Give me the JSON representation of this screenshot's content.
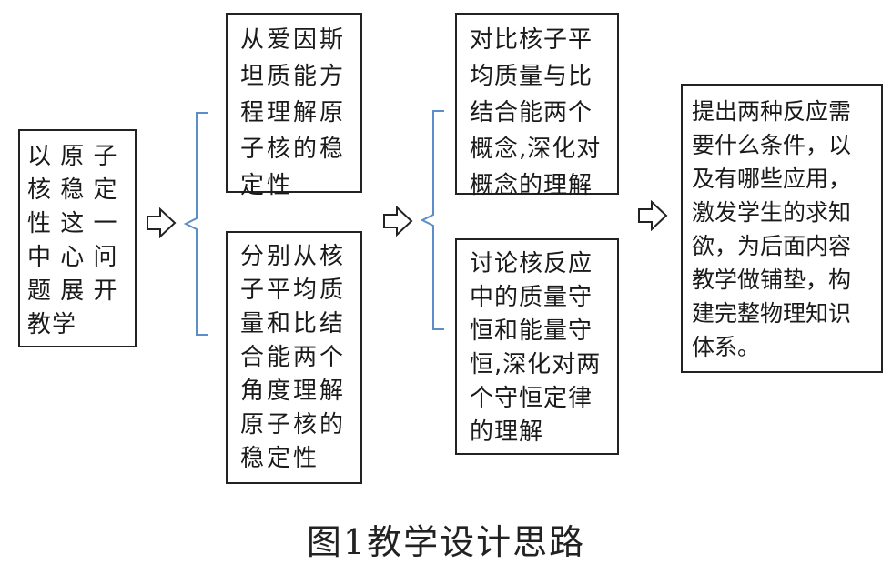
{
  "diagram": {
    "start": {
      "lines": [
        "以 原 子",
        "核 稳 定",
        "性 这 一",
        "中 心 问",
        "题 展 开",
        "教学"
      ]
    },
    "group1": [
      {
        "lines": [
          "从爱因斯",
          "坦质能方",
          "程理解原",
          "子核的稳",
          "定性"
        ]
      },
      {
        "lines": [
          "分别从核",
          "子平均质",
          "量和比结",
          "合能两个",
          "角度理解",
          "原子核的",
          "稳定性"
        ]
      }
    ],
    "group2": [
      {
        "lines": [
          "对比核子平",
          "均质量与比",
          "结合能两个",
          "概念,深化对",
          "概念的理解"
        ]
      },
      {
        "lines": [
          "讨论核反应",
          "中的质量守",
          "恒和能量守",
          "恒,深化对两",
          "个守恒定律",
          "的理解"
        ]
      }
    ],
    "end": {
      "lines": [
        "提出两种反应需",
        "要什么条件，以",
        "及有哪些应用，",
        "激发学生的求知",
        "欲，为后面内容",
        "教学做铺垫，构",
        "建完整物理知识",
        "体系。"
      ]
    },
    "brace_color": "#5b8dc9",
    "caption": "图1教学设计思路"
  }
}
